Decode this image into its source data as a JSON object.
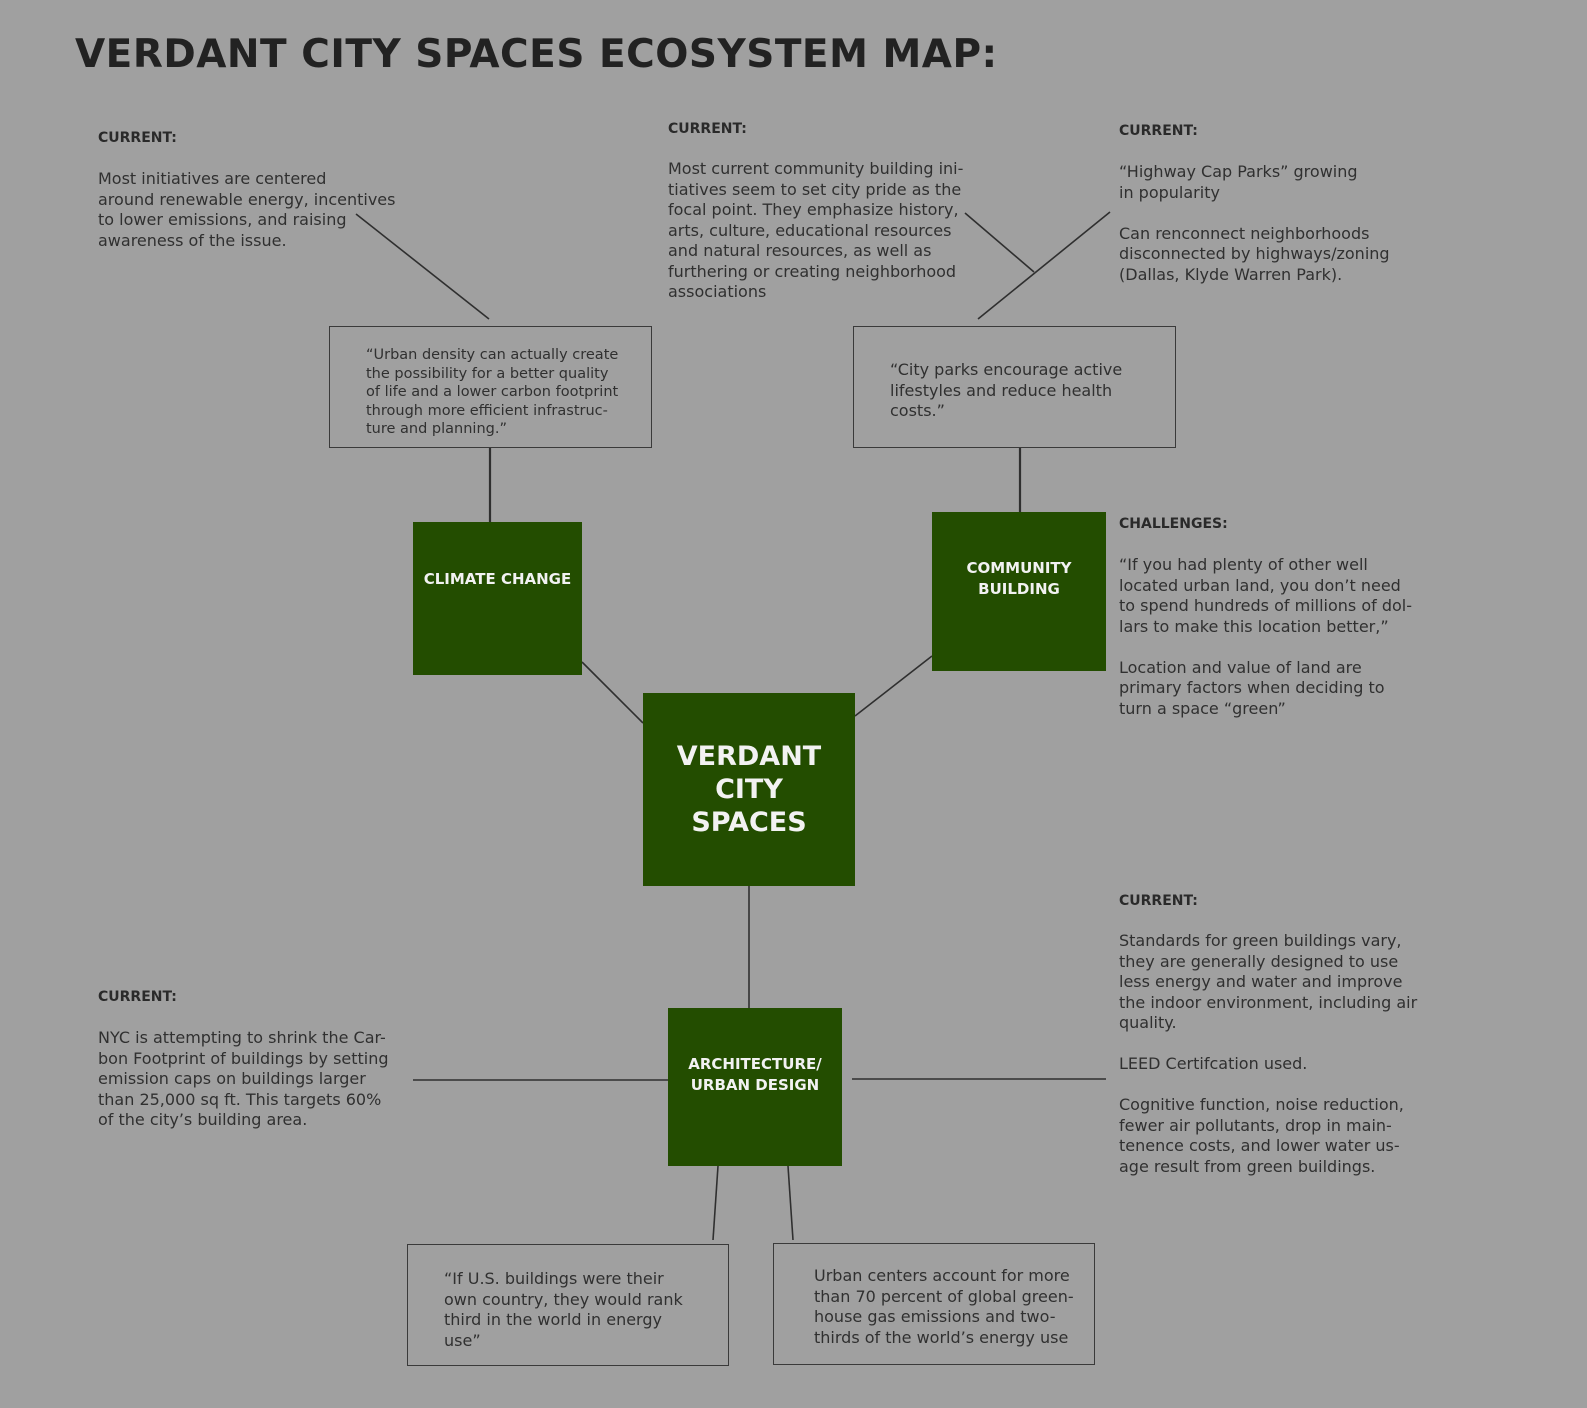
{
  "title": "VERDANT CITY SPACES ECOSYSTEM MAP:",
  "center": {
    "line1": "VERDANT",
    "line2": "CITY",
    "line3": "SPACES"
  },
  "nodes": {
    "climate": "CLIMATE CHANGE",
    "community": {
      "line1": "COMMUNITY",
      "line2": "BUILDING"
    },
    "architecture": {
      "line1": "ARCHITECTURE/",
      "line2": "URBAN DESIGN"
    }
  },
  "notes": {
    "climate_current": {
      "label": "CURRENT:",
      "lines": [
        "Most initiatives are centered",
        "around renewable energy, incentives",
        "to lower emissions, and raising",
        "awareness of the issue."
      ]
    },
    "community_current": {
      "label": "CURRENT:",
      "lines": [
        "Most current community building ini-",
        "tiatives seem to set city pride as the",
        "focal point. They emphasize history,",
        "arts, culture, educational resources",
        "and natural resources, as well as",
        "furthering or creating neighborhood",
        "associations"
      ]
    },
    "highway_current": {
      "label": "CURRENT:",
      "lines": [
        "“Highway Cap Parks” growing",
        "in popularity",
        "",
        "Can renconnect neighborhoods",
        "disconnected by highways/zoning",
        "(Dallas, Klyde Warren Park)."
      ]
    },
    "challenges": {
      "label": "CHALLENGES:",
      "lines": [
        "“If you had plenty of other well",
        "located urban land, you don’t need",
        "to spend hundreds of millions of dol-",
        "lars to make this location better,”",
        "",
        "Location and value of land are",
        "primary factors when deciding to",
        "turn a space “green”"
      ]
    },
    "architecture_left": {
      "label": "CURRENT:",
      "lines": [
        "NYC is attempting to shrink the Car-",
        "bon Footprint of buildings by setting",
        "emission caps on buildings larger",
        "than 25,000 sq ft. This targets 60%",
        "of the city’s building area."
      ]
    },
    "architecture_right": {
      "label": "CURRENT:",
      "lines": [
        "Standards for green buildings vary,",
        "they are generally designed to use",
        "less energy and water and improve",
        "the indoor environment, including air",
        "quality.",
        "",
        "LEED Certifcation used.",
        "",
        "Cognitive function, noise reduction,",
        "fewer air pollutants, drop in main-",
        "tenence costs, and lower water us-",
        "age result from green buildings."
      ]
    }
  },
  "quotes": {
    "density": [
      "“Urban density can actually create",
      "the possibility for a better quality",
      "of life and a lower carbon footprint",
      "through more efficient infrastruc-",
      "ture and planning.”"
    ],
    "parks": [
      "“City parks encourage active",
      "lifestyles and reduce health",
      "costs.”"
    ],
    "buildings": [
      "“If U.S. buildings were their",
      "own country, they would rank",
      "third in the world in energy",
      "use”"
    ],
    "urban_centers": [
      "Urban centers account for more",
      "than 70 percent of global green-",
      "house gas emissions and two-",
      "thirds of the world’s energy use"
    ]
  },
  "colors": {
    "background": "#a0a0a0",
    "node": "#234d00",
    "node_text": "#f2f2f2",
    "text": "#303030"
  }
}
